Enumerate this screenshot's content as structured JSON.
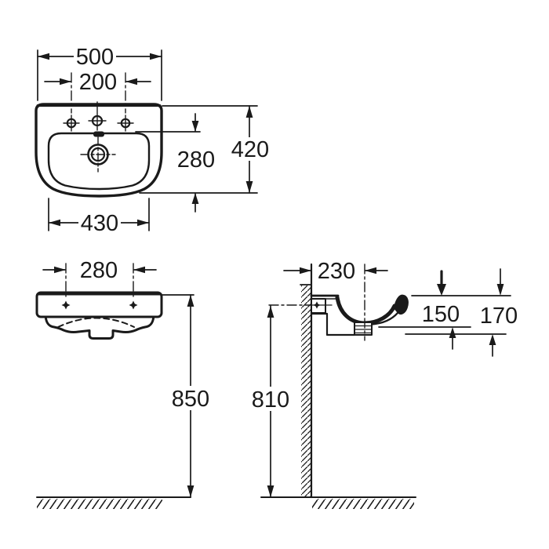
{
  "colors": {
    "line": "#1a1a1a",
    "background": "#ffffff"
  },
  "views": {
    "top": {
      "dims": {
        "overall_width": "500",
        "tap_hole_spacing": "200",
        "overall_depth": "420",
        "bowl_depth": "280",
        "lower_width": "430"
      }
    },
    "front": {
      "dims": {
        "fixing_hole_centres": "280",
        "rim_height_from_floor": "850"
      }
    },
    "side": {
      "dims": {
        "fixing_distance_from_wall": "230",
        "rim_to_bowl_underside": "150",
        "rim_to_lowest_underside": "170",
        "underside_height_from_floor": "810"
      }
    }
  },
  "icons": {
    "tap_hole": "crosshair-hole-icon",
    "drain": "drain-crosshair-icon",
    "overflow": "overflow-slot-icon",
    "fixing_hole": "fixing-star-icon"
  }
}
